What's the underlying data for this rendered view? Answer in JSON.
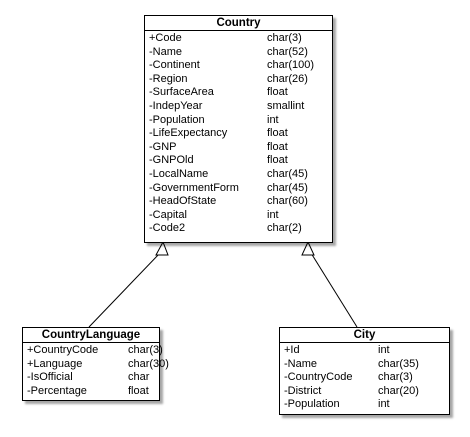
{
  "classes": {
    "country": {
      "name": "Country",
      "attributes": [
        {
          "name": "+Code",
          "type": "char(3)"
        },
        {
          "name": "-Name",
          "type": "char(52)"
        },
        {
          "name": "-Continent",
          "type": "char(100)"
        },
        {
          "name": "-Region",
          "type": "char(26)"
        },
        {
          "name": "-SurfaceArea",
          "type": "float"
        },
        {
          "name": "-IndepYear",
          "type": "smallint"
        },
        {
          "name": "-Population",
          "type": "int"
        },
        {
          "name": "-LifeExpectancy",
          "type": "float"
        },
        {
          "name": "-GNP",
          "type": "float"
        },
        {
          "name": "-GNPOld",
          "type": "float"
        },
        {
          "name": "-LocalName",
          "type": "char(45)"
        },
        {
          "name": "-GovernmentForm",
          "type": "char(45)"
        },
        {
          "name": "-HeadOfState",
          "type": "char(60)"
        },
        {
          "name": "-Capital",
          "type": "int"
        },
        {
          "name": "-Code2",
          "type": "char(2)"
        }
      ]
    },
    "country_language": {
      "name": "CountryLanguage",
      "attributes": [
        {
          "name": "+CountryCode",
          "type": "char(3)"
        },
        {
          "name": "+Language",
          "type": "char(30)"
        },
        {
          "name": "-IsOfficial",
          "type": "char"
        },
        {
          "name": "-Percentage",
          "type": "float"
        }
      ]
    },
    "city": {
      "name": "City",
      "attributes": [
        {
          "name": "+Id",
          "type": "int"
        },
        {
          "name": "-Name",
          "type": "char(35)"
        },
        {
          "name": "-CountryCode",
          "type": "char(3)"
        },
        {
          "name": "-District",
          "type": "char(20)"
        },
        {
          "name": "-Population",
          "type": "int"
        }
      ]
    }
  },
  "relationships": [
    {
      "from": "country_language",
      "to": "country",
      "kind": "generalization"
    },
    {
      "from": "city",
      "to": "country",
      "kind": "generalization"
    }
  ]
}
